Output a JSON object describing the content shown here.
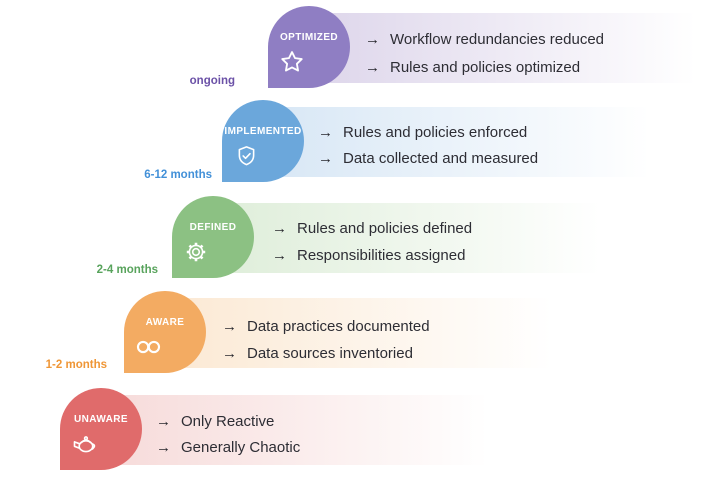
{
  "bullet_arrow": "→",
  "levels": [
    {
      "name": "OPTIMIZED",
      "timeline": "ongoing",
      "icon": "star-icon",
      "bubble_color": "#8F7EC3",
      "band_color": "#DCD4EA",
      "timeline_color": "#6B51A7",
      "items": [
        "Workflow redundancies reduced",
        "Rules and policies optimized"
      ]
    },
    {
      "name": "IMPLEMENTED",
      "timeline": "6-12 months",
      "icon": "shield-check-icon",
      "bubble_color": "#6BA7DB",
      "band_color": "#D6E6F5",
      "timeline_color": "#4290D8",
      "items": [
        "Rules and policies enforced",
        "Data collected and measured"
      ]
    },
    {
      "name": "DEFINED",
      "timeline": "2-4 months",
      "icon": "gear-icon",
      "bubble_color": "#8CC183",
      "band_color": "#DDEDD8",
      "timeline_color": "#58A35C",
      "items": [
        "Rules and policies defined",
        "Responsibilities assigned"
      ]
    },
    {
      "name": "AWARE",
      "timeline": "1-2 months",
      "icon": "glasses-icon",
      "bubble_color": "#F3AB62",
      "band_color": "#FBE8D2",
      "timeline_color": "#EF9636",
      "items": [
        "Data practices documented",
        "Data sources inventoried"
      ]
    },
    {
      "name": "UNAWARE",
      "icon": "teapot-icon",
      "bubble_color": "#E06B6B",
      "band_color": "#F6D9D8",
      "items": [
        "Only Reactive",
        "Generally Chaotic"
      ]
    }
  ]
}
